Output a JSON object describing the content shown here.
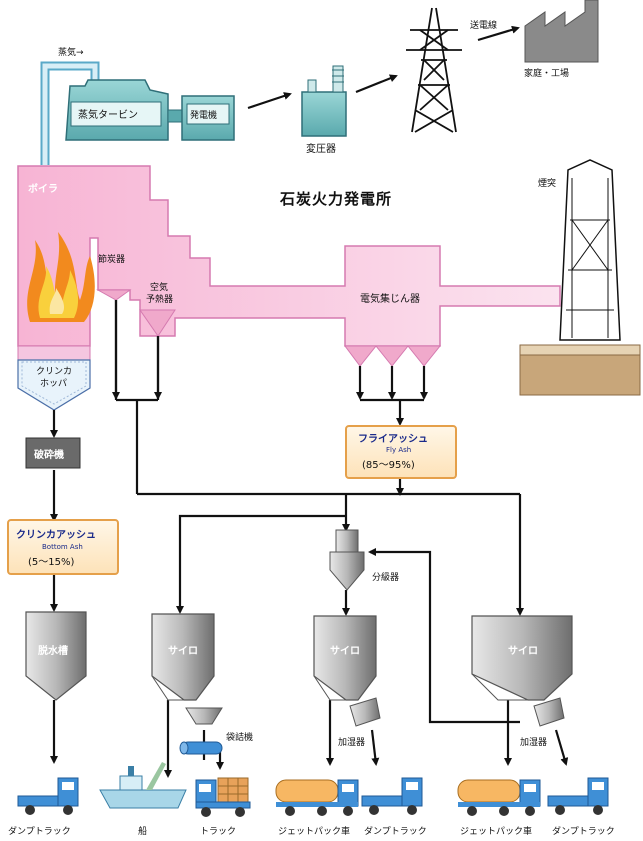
{
  "title": "石炭火力発電所",
  "labels": {
    "steam": "蒸気→",
    "turbine": "蒸気タービン",
    "generator": "発電機",
    "transformer": "変圧器",
    "transmission": "送電線",
    "home": "家庭・工場",
    "boiler": "ボイラ",
    "economizer": "節炭器",
    "air_heater_1": "空気",
    "air_heater_2": "予熱器",
    "precipitator": "電気集じん器",
    "stack": "煙突",
    "hopper_1": "クリンカ",
    "hopper_2": "ホッパ",
    "crusher": "破砕機",
    "dewater": "脱水槽",
    "classifier": "分級器",
    "bag_machine": "袋詰機",
    "humidifier_1": "加湿器",
    "humidifier_2": "加湿器"
  },
  "fly_ash": {
    "title": "フライアッシュ",
    "sub": "Fly Ash",
    "pct": "(85〜95%)"
  },
  "bottom_ash": {
    "title": "クリンカアッシュ",
    "sub": "Bottom Ash",
    "pct": "(5〜15%)"
  },
  "silos": [
    "サイロ",
    "サイロ",
    "サイロ"
  ],
  "vehicles": [
    "ダンプトラック",
    "船",
    "トラック",
    "ジェットパック車",
    "ダンプトラック",
    "ジェットパック車",
    "ダンプトラック"
  ],
  "colors": {
    "pink": "#f5b8d8",
    "pink_dark": "#e58cbf",
    "teal": "#7fc7c9",
    "teal_dark": "#2f6f78",
    "orange": "#f7b763",
    "blue": "#3f8fd6",
    "grey": "#8a8a8a"
  }
}
